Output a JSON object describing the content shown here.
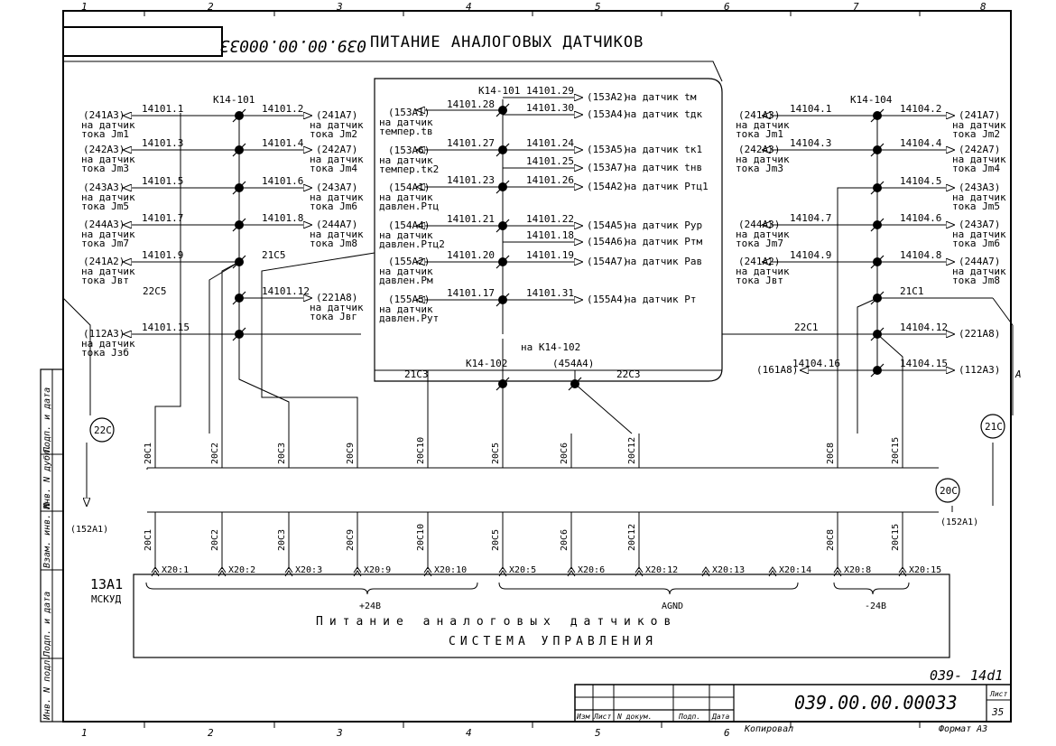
{
  "doc_code": "039.00.00.00033",
  "doc_code_mirrored": "039.00.00.00033",
  "title": "ПИТАНИЕ   АНАЛОГОВЫХ   ДАТЧИКОВ",
  "sheet_ref": "039- 14d1",
  "grid_numbers": [
    "1",
    "2",
    "3",
    "4",
    "5",
    "6",
    "7",
    "8"
  ],
  "edge_letter": "A",
  "left_stamps": [
    "Инв. N подл.",
    "Подп. и дата",
    "Взам. инв. N",
    "Инв. N дубл.",
    "Подп. и дата"
  ],
  "title_block": {
    "col_labels": [
      "Изм",
      "Лист",
      "N докум.",
      "Подп.",
      "Дата"
    ],
    "sheet_label": "Лист",
    "sheet_no": "35",
    "copied": "Копировал",
    "format": "Формат  А3"
  },
  "left_block": {
    "connector": "К14-101",
    "wires": [
      {
        "no": "14101.1",
        "ref": "(241А3)",
        "desc": [
          "на датчик",
          "тока Jm1"
        ]
      },
      {
        "no": "14101.3",
        "ref": "(242А3)",
        "desc": [
          "на датчик",
          "тока Jm3"
        ]
      },
      {
        "no": "14101.5",
        "ref": "(243А3)",
        "desc": [
          "на датчик",
          "тока Jm5"
        ]
      },
      {
        "no": "14101.7",
        "ref": "(244А3)",
        "desc": [
          "на датчик",
          "тока Jm7"
        ]
      },
      {
        "no": "14101.9",
        "ref": "(241А2)",
        "desc": [
          "на датчик",
          "тока Jвт"
        ]
      },
      {
        "no": "14101.15",
        "ref": "(112А3)",
        "desc": [
          "на датчик",
          "тока Jзб"
        ]
      }
    ],
    "right_wires": [
      {
        "no": "14101.2",
        "ref": "(241А7)",
        "desc": [
          "на датчик",
          "тока Jm2"
        ]
      },
      {
        "no": "14101.4",
        "ref": "(242А7)",
        "desc": [
          "на датчик",
          "тока Jm4"
        ]
      },
      {
        "no": "14101.6",
        "ref": "(243А7)",
        "desc": [
          "на датчик",
          "тока Jm6"
        ]
      },
      {
        "no": "14101.8",
        "ref": "(244А7)",
        "desc": [
          "на датчик",
          "тока Jm8"
        ]
      },
      {
        "no": "14101.12",
        "ref": "(221А8)",
        "desc": [
          "на датчик",
          "тока Jвг"
        ]
      }
    ],
    "label_21c5": "21С5",
    "label_22c5": "22С5"
  },
  "mid_block": {
    "connector": "К14-101",
    "left_wires": [
      {
        "no": "14101.28",
        "ref": "(153А1)",
        "desc": [
          "на датчик",
          "темпер.tв"
        ]
      },
      {
        "no": "14101.27",
        "ref": "(153А6)",
        "desc": [
          "на датчик",
          "темпер.tк2"
        ]
      },
      {
        "no": "14101.23",
        "ref": "(154А1)",
        "desc": [
          "на датчик",
          "давлен.Ртц"
        ]
      },
      {
        "no": "14101.21",
        "ref": "(154А4)",
        "desc": [
          "на датчик",
          "давлен.Ртц2"
        ]
      },
      {
        "no": "14101.20",
        "ref": "(155А2)",
        "desc": [
          "на датчик",
          "давлен.Рм"
        ]
      },
      {
        "no": "14101.17",
        "ref": "(155А5)",
        "desc": [
          "на датчик",
          "давлен.Рут"
        ]
      }
    ],
    "right_wires": [
      {
        "no": "14101.29",
        "ref": "(153А2)",
        "desc": "на датчик tм"
      },
      {
        "no": "14101.30",
        "ref": "(153А4)",
        "desc": "на датчик tдк"
      },
      {
        "no": "14101.24",
        "ref": "(153А5)",
        "desc": "на датчик tк1"
      },
      {
        "no": "14101.25",
        "ref": "(153А7)",
        "desc": "на датчик tнв"
      },
      {
        "no": "14101.26",
        "ref": "(154А2)",
        "desc": "на датчик Ртц1"
      },
      {
        "no": "14101.22",
        "ref": "(154А5)",
        "desc": "на датчик Рур"
      },
      {
        "no": "14101.18",
        "ref": "(154А6)",
        "desc": "на датчик Ртм"
      },
      {
        "no": "14101.19",
        "ref": "(154А7)",
        "desc": "на датчик Рав"
      },
      {
        "no": "14101.31",
        "ref": "(155А4)",
        "desc": "на датчик Рт"
      }
    ],
    "connector2": "К14-102",
    "connector2_note": "на К14-102",
    "ref_454a4": "(454А4)",
    "label_21c3": "21С3",
    "label_22c3": "22С3"
  },
  "right_block": {
    "connector": "К14-104",
    "left_wires": [
      {
        "no": "14104.1",
        "ref": "(241А3)",
        "desc": [
          "на датчик",
          "тока Jm1"
        ]
      },
      {
        "no": "14104.3",
        "ref": "(242А3)",
        "desc": [
          "на датчик",
          "тока Jm3"
        ]
      },
      {
        "no": "14104.7",
        "ref": "(244А3)",
        "desc": [
          "на датчик",
          "тока Jm7"
        ]
      },
      {
        "no": "14104.9",
        "ref": "(241А2)",
        "desc": [
          "на датчик",
          "тока Jвт"
        ]
      },
      {
        "no": "14104.16",
        "ref": "(161А8)",
        "desc": []
      }
    ],
    "right_wires": [
      {
        "no": "14104.2",
        "ref": "(241А7)",
        "desc": [
          "на датчик",
          "тока Jm2"
        ]
      },
      {
        "no": "14104.4",
        "ref": "(242А7)",
        "desc": [
          "на датчик",
          "тока Jm4"
        ]
      },
      {
        "no": "14104.5",
        "ref": "(243А3)",
        "desc": [
          "на датчик",
          "тока Jm5"
        ]
      },
      {
        "no": "14104.6",
        "ref": "(243А7)",
        "desc": [
          "на датчик",
          "тока Jm6"
        ]
      },
      {
        "no": "14104.8",
        "ref": "(244А7)",
        "desc": [
          "на датчик",
          "тока Jm8"
        ]
      },
      {
        "no": "14104.12",
        "ref": "(221А8)",
        "desc": []
      },
      {
        "no": "14104.15",
        "ref": "(112А3)",
        "desc": []
      }
    ],
    "label_21c1": "21С1",
    "label_22c1": "22С1"
  },
  "bundles": {
    "c22": "22С",
    "c21": "21С",
    "c20": "20С",
    "ref_left": "(152А1)",
    "ref_right": "(152А1)",
    "wires": [
      "20С1",
      "20С2",
      "20С3",
      "20С9",
      "20С10",
      "20С5",
      "20С6",
      "20С12",
      "20С8",
      "20С15"
    ]
  },
  "unit": {
    "ref": "13А1",
    "name": "МСКУД",
    "pins": [
      "Х20:1",
      "Х20:2",
      "Х20:3",
      "Х20:9",
      "Х20:10",
      "Х20:5",
      "Х20:6",
      "Х20:12",
      "Х20:13",
      "Х20:14",
      "Х20:8",
      "Х20:15"
    ],
    "group_plus": "+24В",
    "group_agnd": "AGND",
    "group_minus": "-24В",
    "line1": "Питание аналоговых датчиков",
    "line2": "СИСТЕМА УПРАВЛЕНИЯ"
  }
}
